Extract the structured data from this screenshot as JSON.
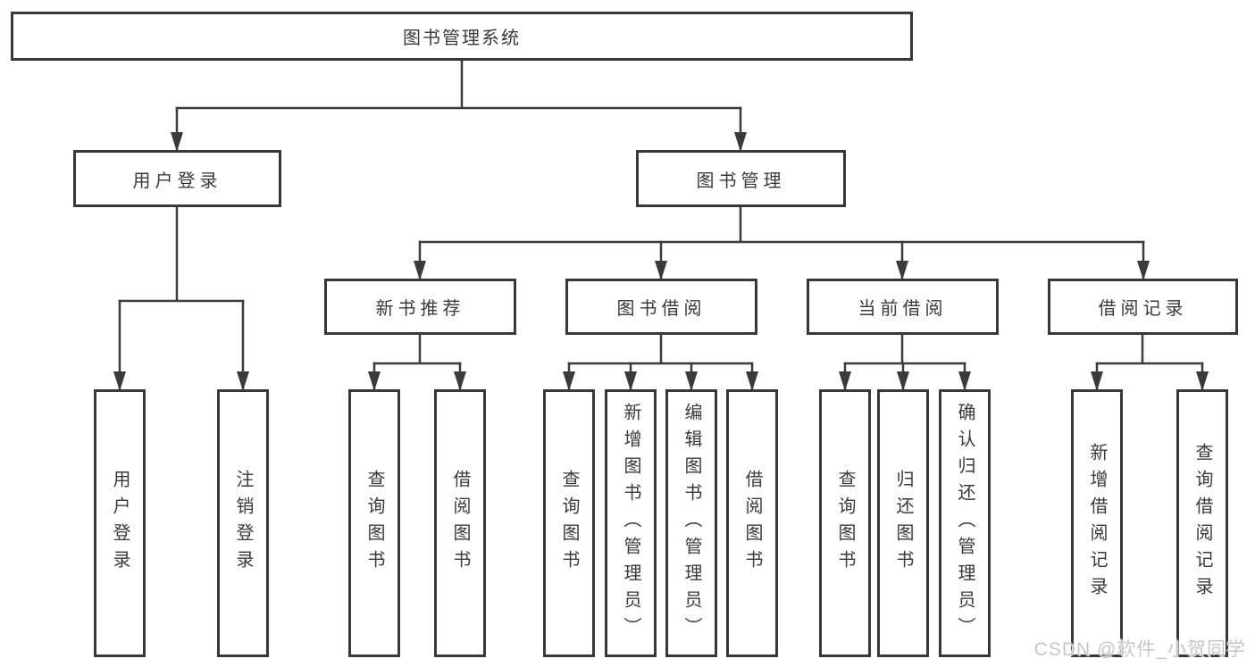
{
  "tree": {
    "label": "图书管理系统",
    "children": [
      {
        "label": "用户登录",
        "children": [
          {
            "label": "用户登录"
          },
          {
            "label": "注销登录"
          }
        ]
      },
      {
        "label": "图书管理",
        "children": [
          {
            "label": "新书推荐",
            "children": [
              {
                "label": "查询图书"
              },
              {
                "label": "借阅图书"
              }
            ]
          },
          {
            "label": "图书借阅",
            "children": [
              {
                "label": "查询图书"
              },
              {
                "label": "新增图书（管理员）"
              },
              {
                "label": "编辑图书（管理员）"
              },
              {
                "label": "借阅图书"
              }
            ]
          },
          {
            "label": "当前借阅",
            "children": [
              {
                "label": "查询图书"
              },
              {
                "label": "归还图书"
              },
              {
                "label": "确认归还（管理员）"
              }
            ]
          },
          {
            "label": "借阅记录",
            "children": [
              {
                "label": "新增借阅记录"
              },
              {
                "label": "查询借阅记录"
              }
            ]
          }
        ]
      }
    ]
  },
  "watermark": "CSDN @软件_小贺同学",
  "colors": {
    "line": "#3a3a3a",
    "box_border": "#383838",
    "box_background": "#ffffff",
    "text": "#3a3a3a",
    "watermark": "#c6c6c6",
    "background": "#ffffff"
  }
}
